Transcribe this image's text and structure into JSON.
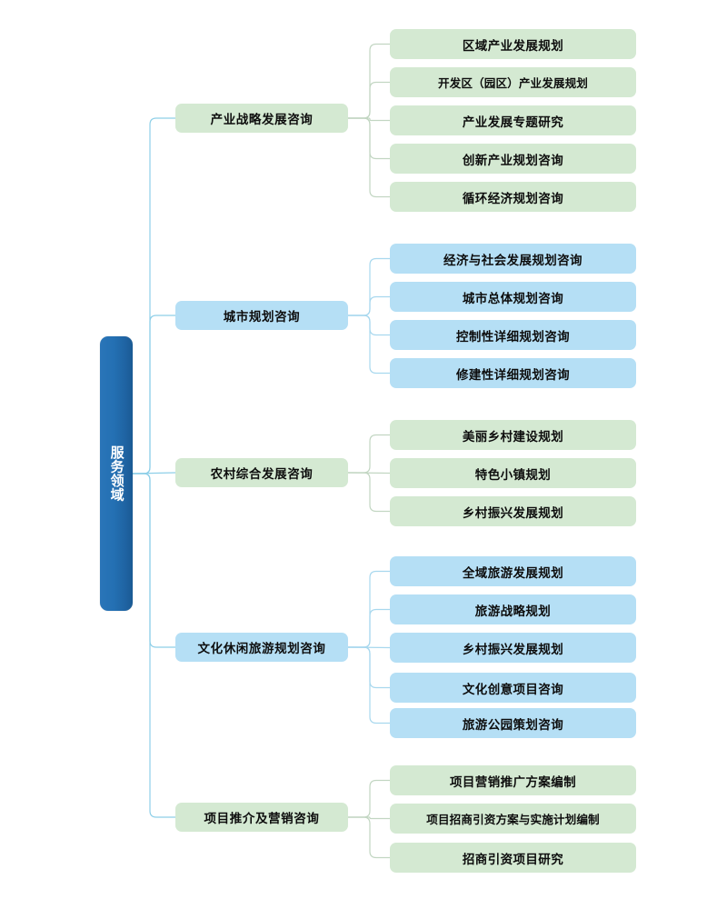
{
  "diagram": {
    "type": "mind-map",
    "title": "服务领域",
    "colors": {
      "root_blue": "#2470b3",
      "green_fill": "#d4e9d2",
      "blue_fill": "#b5dff5",
      "trunk_line": "#8ecfe8",
      "green_connector": "#c2d6c2",
      "blue_connector": "#a8d8ee",
      "text": "#0d0d0d",
      "root_text": "#ffffff"
    },
    "root": {
      "label": "服务领域"
    },
    "branches": [
      {
        "label": "产业战略发展咨询",
        "tone": "green",
        "children": [
          {
            "label": "区域产业发展规划"
          },
          {
            "label": "开发区（园区）产业发展规划"
          },
          {
            "label": "产业发展专题研究"
          },
          {
            "label": "创新产业规划咨询"
          },
          {
            "label": "循环经济规划咨询"
          }
        ]
      },
      {
        "label": "城市规划咨询",
        "tone": "blue",
        "children": [
          {
            "label": "经济与社会发展规划咨询"
          },
          {
            "label": "城市总体规划咨询"
          },
          {
            "label": "控制性详细规划咨询"
          },
          {
            "label": "修建性详细规划咨询"
          }
        ]
      },
      {
        "label": "农村综合发展咨询",
        "tone": "green",
        "children": [
          {
            "label": "美丽乡村建设规划"
          },
          {
            "label": "特色小镇规划"
          },
          {
            "label": "乡村振兴发展规划"
          }
        ]
      },
      {
        "label": "文化休闲旅游规划咨询",
        "tone": "blue",
        "children": [
          {
            "label": "全域旅游发展规划"
          },
          {
            "label": "旅游战略规划"
          },
          {
            "label": "乡村振兴发展规划"
          },
          {
            "label": "文化创意项目咨询"
          },
          {
            "label": "旅游公园策划咨询"
          }
        ]
      },
      {
        "label": "项目推介及营销咨询",
        "tone": "green",
        "children": [
          {
            "label": "项目营销推广方案编制"
          },
          {
            "label": "项目招商引资方案与实施计划编制"
          },
          {
            "label": "招商引资项目研究"
          }
        ]
      }
    ]
  }
}
